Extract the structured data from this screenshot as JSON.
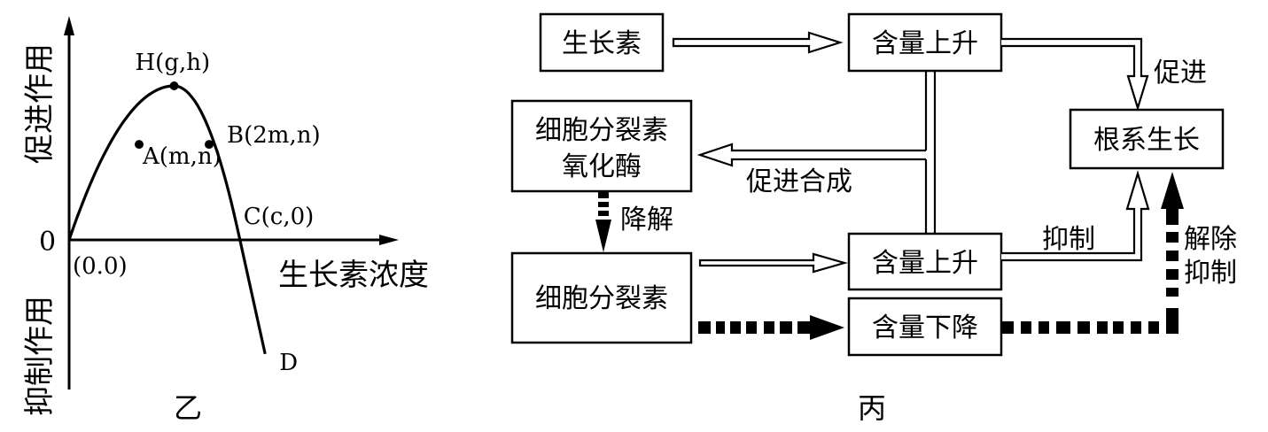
{
  "chart_data": {
    "type": "line",
    "title": "乙",
    "xlabel": "生长素浓度",
    "ylabel_positive": "促进作用",
    "ylabel_negative": "抑制作用",
    "origin_label": "0",
    "origin_coord_label": "(0.0)",
    "points": [
      {
        "id": "O",
        "label": "(0.0)",
        "x": 0,
        "y": 0
      },
      {
        "id": "A",
        "label": "A(m,n)",
        "x": 1,
        "y": 0.62
      },
      {
        "id": "H",
        "label": "H(g,h)",
        "x": 1.5,
        "y": 1.0
      },
      {
        "id": "B",
        "label": "B(2m,n)",
        "x": 2,
        "y": 0.62
      },
      {
        "id": "C",
        "label": "C(c,0)",
        "x": 2.44,
        "y": 0
      },
      {
        "id": "D",
        "label": "D",
        "x": 2.8,
        "y": -0.74
      }
    ],
    "marked_points": [
      "A",
      "H",
      "B"
    ],
    "description": "Inverted-parabola growth response to auxin concentration: promotion rises from origin to peak H then declines, crossing zero at C and becoming inhibitory toward D."
  },
  "diagram": {
    "title": "丙",
    "nodes": {
      "auxin": "生长素",
      "auxin_rise": "含量上升",
      "oxidase_line1": "细胞分裂素",
      "oxidase_line2": "氧化酶",
      "root_growth": "根系生长",
      "cytokinin_rise": "含量上升",
      "cytokinin": "细胞分裂素",
      "cytokinin_fall": "含量下降"
    },
    "edge_labels": {
      "promote": "促进",
      "promote_synthesis": "促进合成",
      "degrade": "降解",
      "inhibit": "抑制",
      "release_line1": "解除",
      "release_line2": "抑制"
    }
  }
}
